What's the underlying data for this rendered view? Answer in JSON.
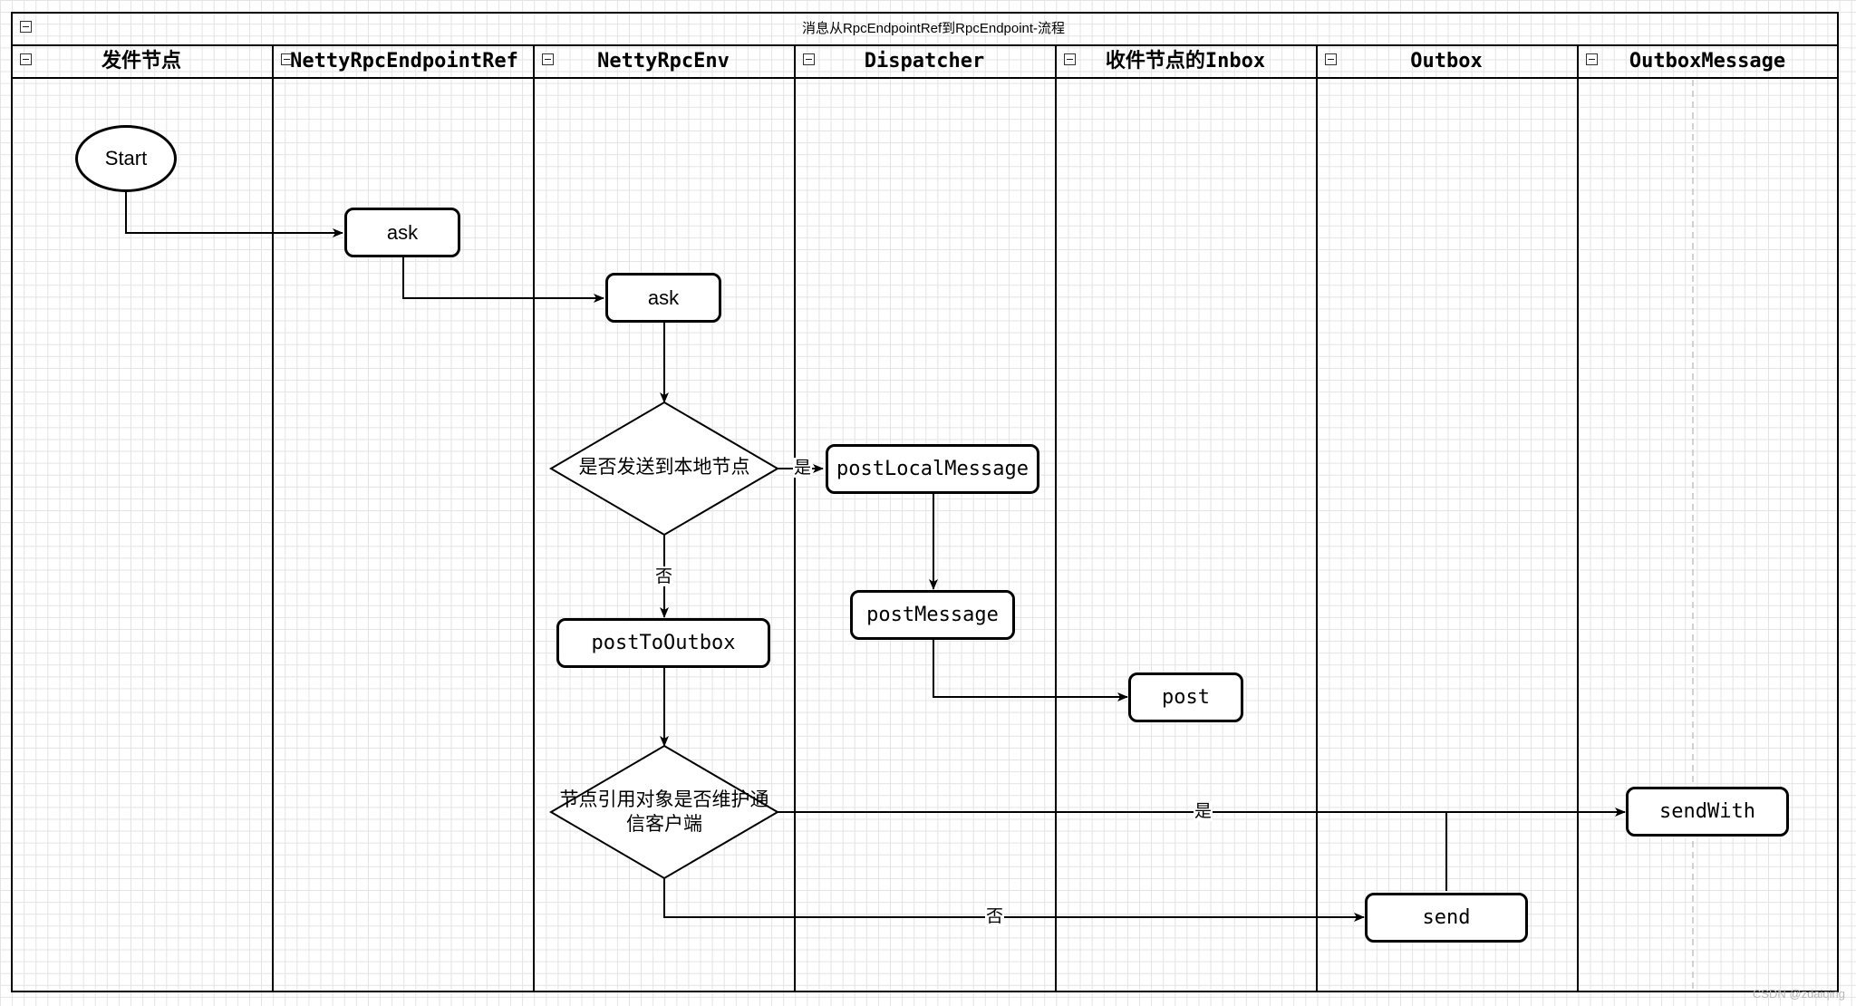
{
  "pool": {
    "title": "消息从RpcEndpointRef到RpcEndpoint-流程"
  },
  "lanes": [
    {
      "label": "发件节点"
    },
    {
      "label": "NettyRpcEndpointRef"
    },
    {
      "label": "NettyRpcEnv"
    },
    {
      "label": "Dispatcher"
    },
    {
      "label": "收件节点的Inbox"
    },
    {
      "label": "Outbox"
    },
    {
      "label": "OutboxMessage"
    }
  ],
  "nodes": {
    "start": "Start",
    "ask_ref": "ask",
    "ask_env": "ask",
    "decision_local": "是否发送到本地节点",
    "post_local_message": "postLocalMessage",
    "post_to_outbox": "postToOutbox",
    "post_message": "postMessage",
    "post": "post",
    "decision_client": "节点引用对象是否维护通信客户端",
    "send_with": "sendWith",
    "send": "send"
  },
  "edge_labels": {
    "local_yes": "是",
    "local_no": "否",
    "client_yes": "是",
    "client_no": "否"
  },
  "watermark": "CSDN @zdaiqing"
}
